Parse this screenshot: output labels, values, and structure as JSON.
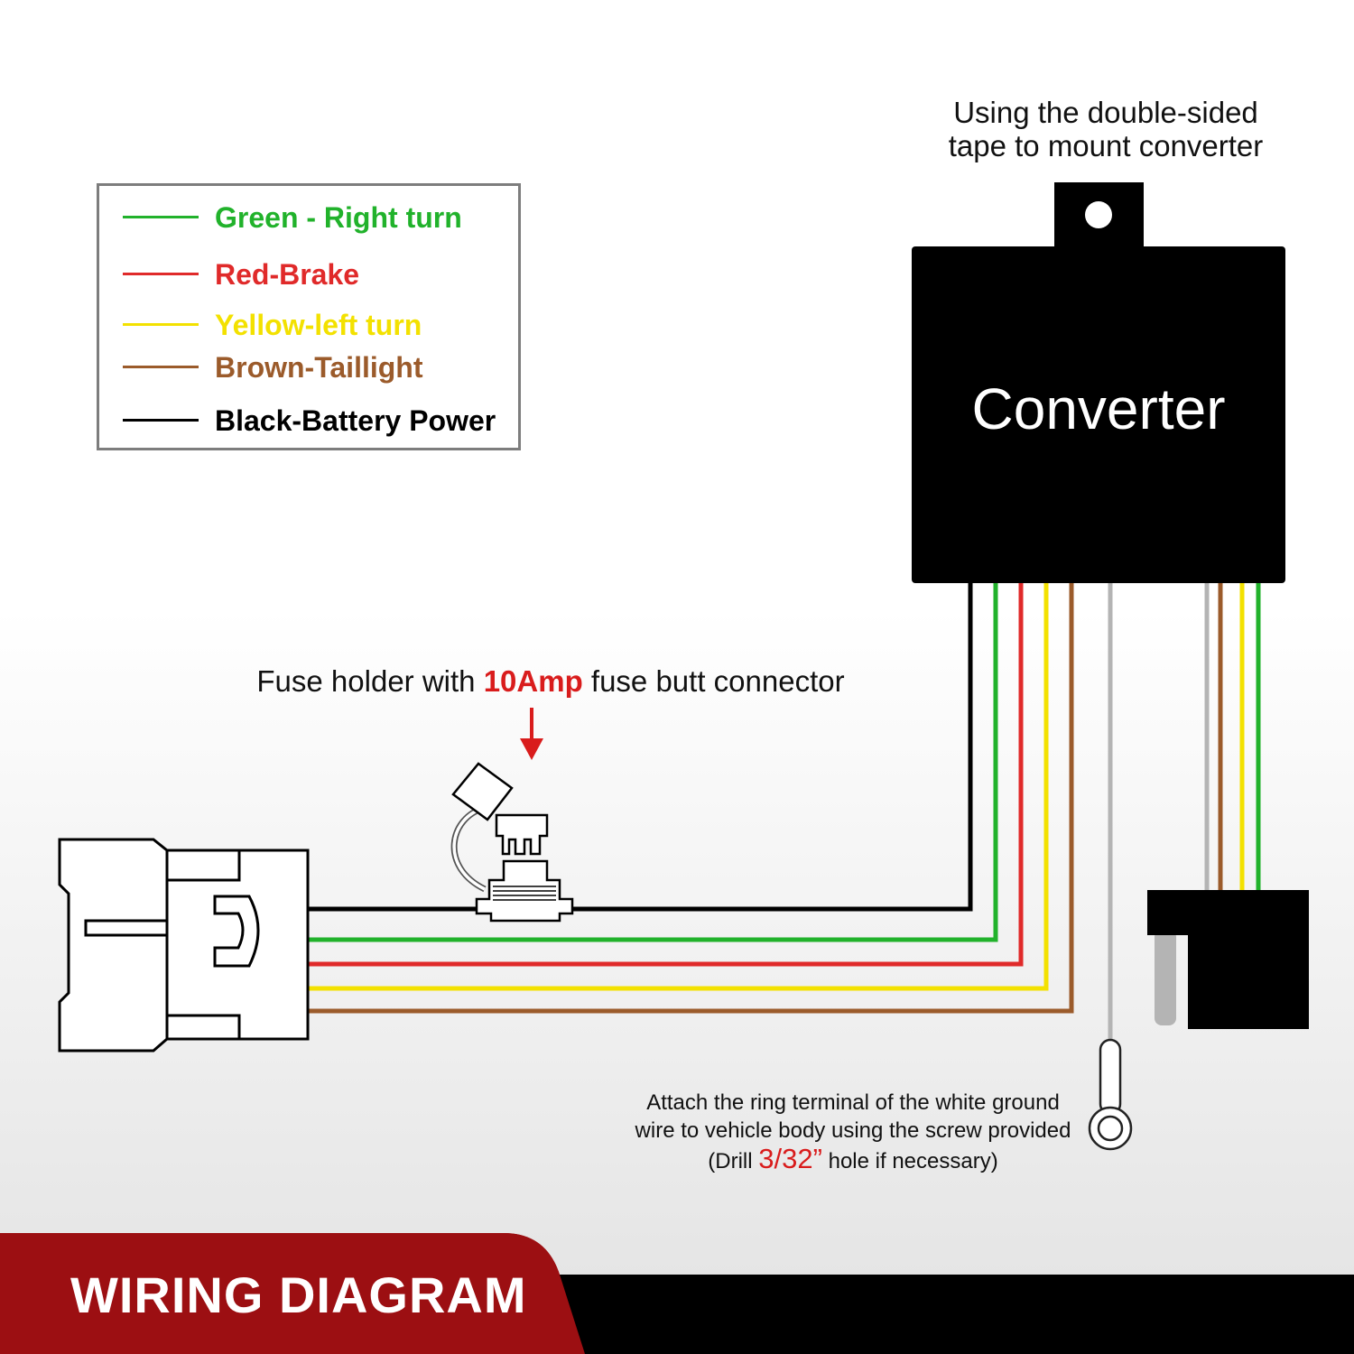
{
  "legend": {
    "items": [
      {
        "label": "Green - Right turn",
        "color": "#21b22b"
      },
      {
        "label": "Red-Brake",
        "color": "#e02a2a"
      },
      {
        "label": "Yellow-left turn",
        "color": "#f3e100"
      },
      {
        "label": "Brown-Taillight",
        "color": "#9b5b2b"
      },
      {
        "label": "Black-Battery Power",
        "color": "#000000"
      }
    ]
  },
  "mount_note": {
    "line1": "Using the double-sided",
    "line2": "tape to mount converter"
  },
  "converter": {
    "label": "Converter"
  },
  "fuse_note": {
    "before": "Fuse holder with ",
    "highlight": "10Amp",
    "after": " fuse butt connector"
  },
  "ground_note": {
    "line1": "Attach the ring terminal of the white ground",
    "line2": "wire to vehicle body using the screw provided",
    "line3_before": "(Drill ",
    "line3_highlight": "3/32”",
    "line3_after": " hole if necessary)"
  },
  "footer": {
    "title": "WIRING DIAGRAM"
  },
  "colors": {
    "accent_red": "#d91c1c",
    "banner_red": "#9c0f12",
    "white_wire": "#b4b4b4"
  }
}
